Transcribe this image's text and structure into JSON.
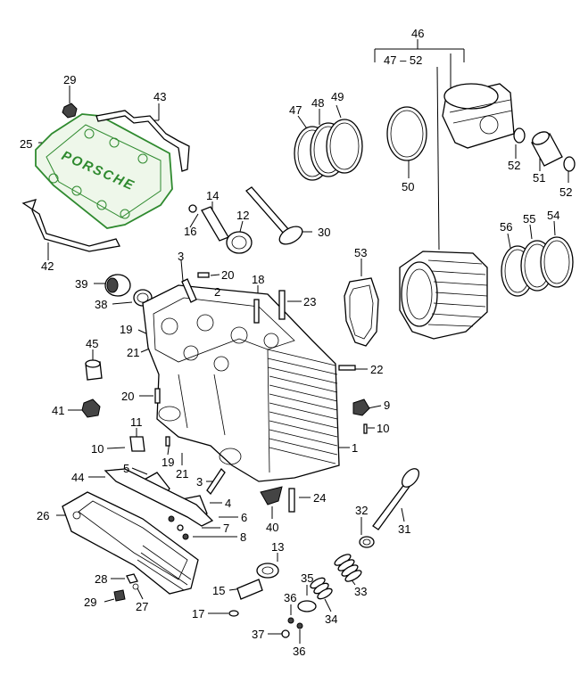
{
  "brand_text": "PORSCHE",
  "accent_color": "#2f8a2f",
  "callouts": [
    {
      "id": "46",
      "text": "46"
    },
    {
      "id": "47-52",
      "text": "47 – 52"
    },
    {
      "id": "29a",
      "text": "29"
    },
    {
      "id": "43",
      "text": "43"
    },
    {
      "id": "25",
      "text": "25"
    },
    {
      "id": "14",
      "text": "14"
    },
    {
      "id": "16",
      "text": "16"
    },
    {
      "id": "12",
      "text": "12"
    },
    {
      "id": "30",
      "text": "30"
    },
    {
      "id": "42",
      "text": "42"
    },
    {
      "id": "47",
      "text": "47"
    },
    {
      "id": "48",
      "text": "48"
    },
    {
      "id": "49",
      "text": "49"
    },
    {
      "id": "50",
      "text": "50"
    },
    {
      "id": "52a",
      "text": "52"
    },
    {
      "id": "51",
      "text": "51"
    },
    {
      "id": "52b",
      "text": "52"
    },
    {
      "id": "56",
      "text": "56"
    },
    {
      "id": "55",
      "text": "55"
    },
    {
      "id": "54",
      "text": "54"
    },
    {
      "id": "53",
      "text": "53"
    },
    {
      "id": "3a",
      "text": "3"
    },
    {
      "id": "20a",
      "text": "20"
    },
    {
      "id": "18",
      "text": "18"
    },
    {
      "id": "23",
      "text": "23"
    },
    {
      "id": "39",
      "text": "39"
    },
    {
      "id": "2",
      "text": "2"
    },
    {
      "id": "38",
      "text": "38"
    },
    {
      "id": "19a",
      "text": "19"
    },
    {
      "id": "21a",
      "text": "21"
    },
    {
      "id": "45",
      "text": "45"
    },
    {
      "id": "22",
      "text": "22"
    },
    {
      "id": "20b",
      "text": "20"
    },
    {
      "id": "41",
      "text": "41"
    },
    {
      "id": "9",
      "text": "9"
    },
    {
      "id": "10a",
      "text": "10"
    },
    {
      "id": "11",
      "text": "11"
    },
    {
      "id": "10b",
      "text": "10"
    },
    {
      "id": "1",
      "text": "1"
    },
    {
      "id": "19b",
      "text": "19"
    },
    {
      "id": "21b",
      "text": "21"
    },
    {
      "id": "44",
      "text": "44"
    },
    {
      "id": "5",
      "text": "5"
    },
    {
      "id": "3b",
      "text": "3"
    },
    {
      "id": "4",
      "text": "4"
    },
    {
      "id": "24",
      "text": "24"
    },
    {
      "id": "26",
      "text": "26"
    },
    {
      "id": "6",
      "text": "6"
    },
    {
      "id": "7",
      "text": "7"
    },
    {
      "id": "8",
      "text": "8"
    },
    {
      "id": "40",
      "text": "40"
    },
    {
      "id": "32",
      "text": "32"
    },
    {
      "id": "31",
      "text": "31"
    },
    {
      "id": "13",
      "text": "13"
    },
    {
      "id": "35",
      "text": "35"
    },
    {
      "id": "33",
      "text": "33"
    },
    {
      "id": "28",
      "text": "28"
    },
    {
      "id": "15",
      "text": "15"
    },
    {
      "id": "36a",
      "text": "36"
    },
    {
      "id": "29b",
      "text": "29"
    },
    {
      "id": "27",
      "text": "27"
    },
    {
      "id": "17",
      "text": "17"
    },
    {
      "id": "34",
      "text": "34"
    },
    {
      "id": "37",
      "text": "37"
    },
    {
      "id": "36b",
      "text": "36"
    }
  ]
}
